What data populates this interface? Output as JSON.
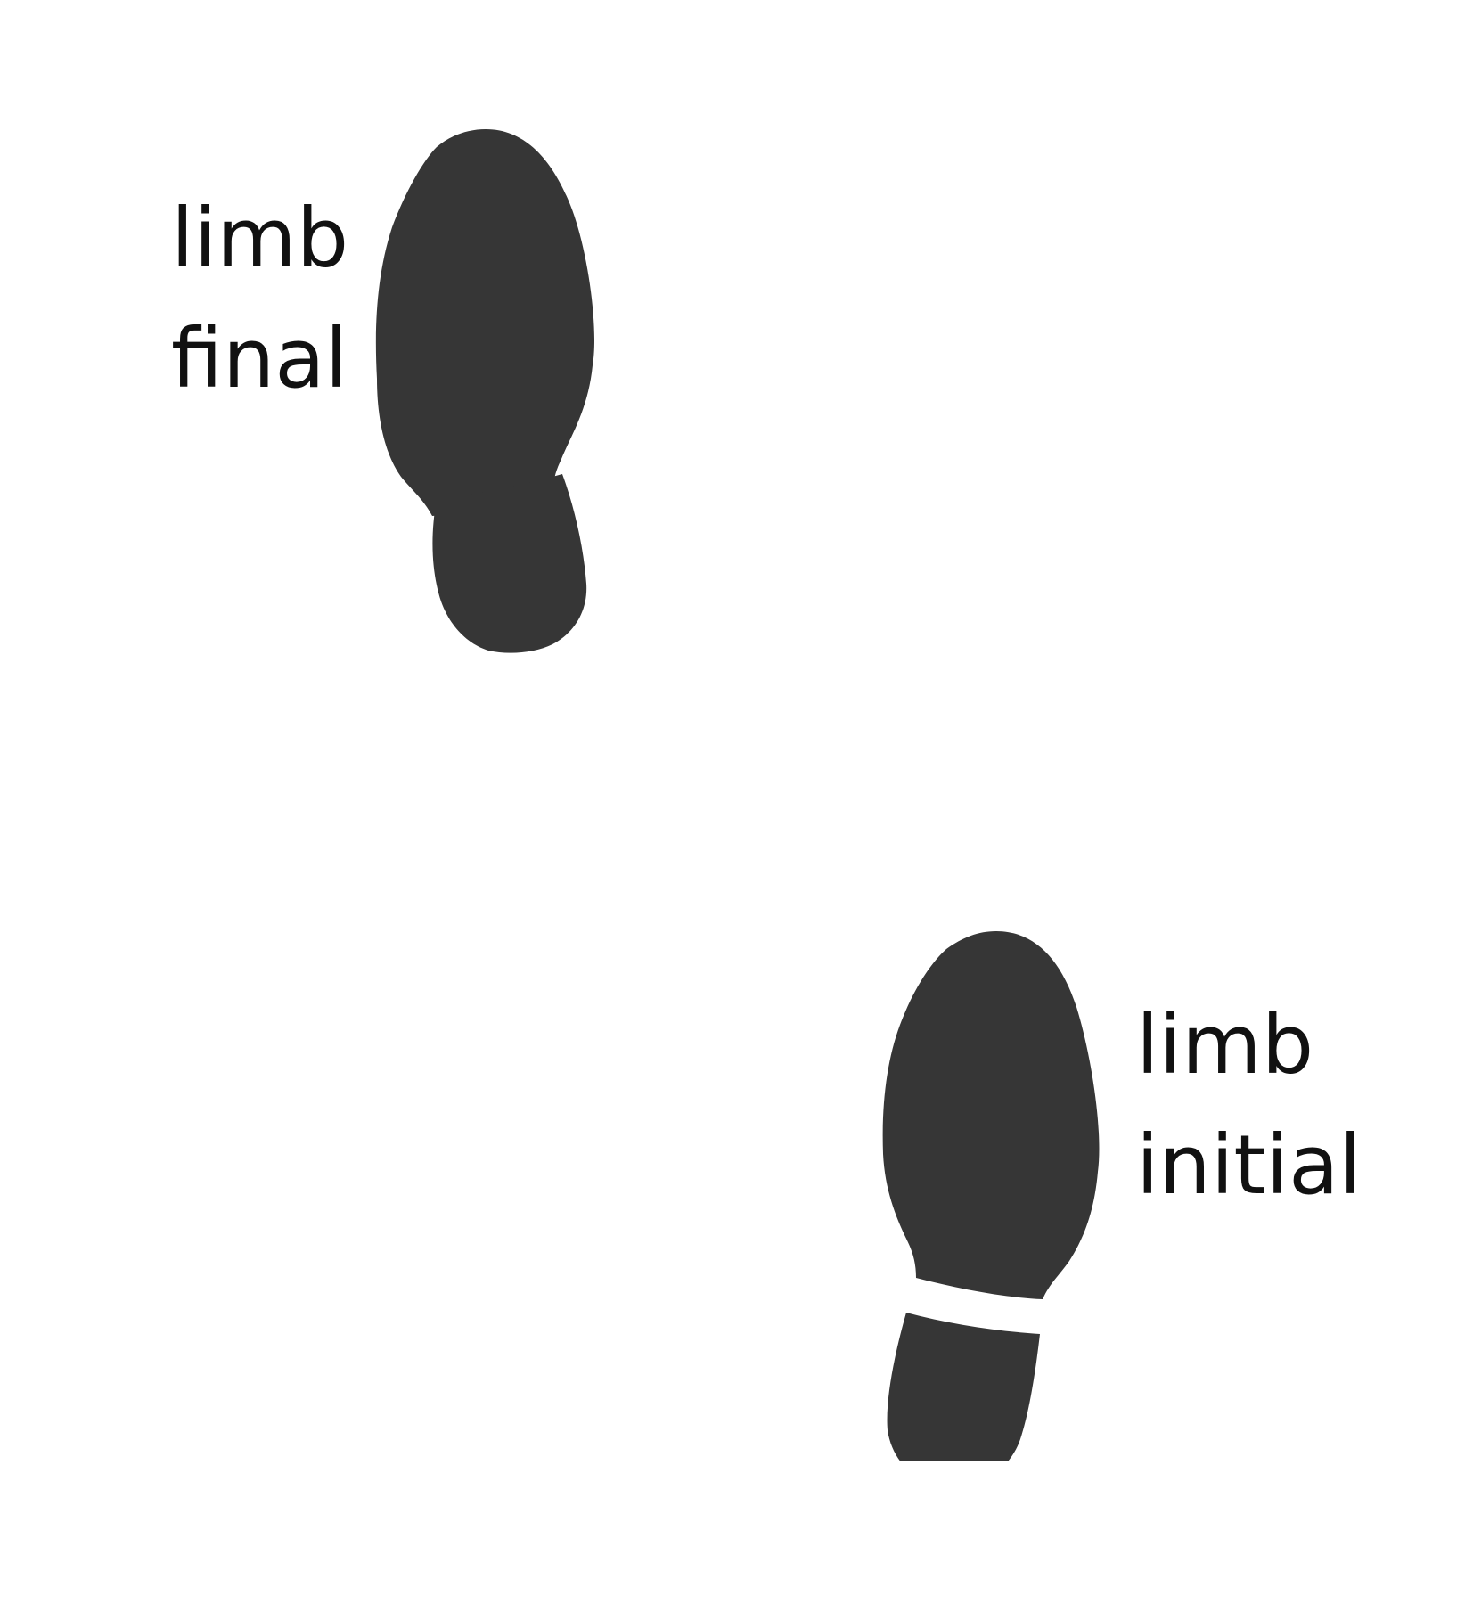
{
  "diagram": {
    "footprint_color": "#363636",
    "text_color": "#111111",
    "footprints": [
      {
        "id": "final",
        "icon": "shoe-footprint-icon",
        "label_line1": "limb",
        "label_line2": "final"
      },
      {
        "id": "initial",
        "icon": "shoe-footprint-icon",
        "label_line1": "limb",
        "label_line2": "initial"
      }
    ]
  }
}
